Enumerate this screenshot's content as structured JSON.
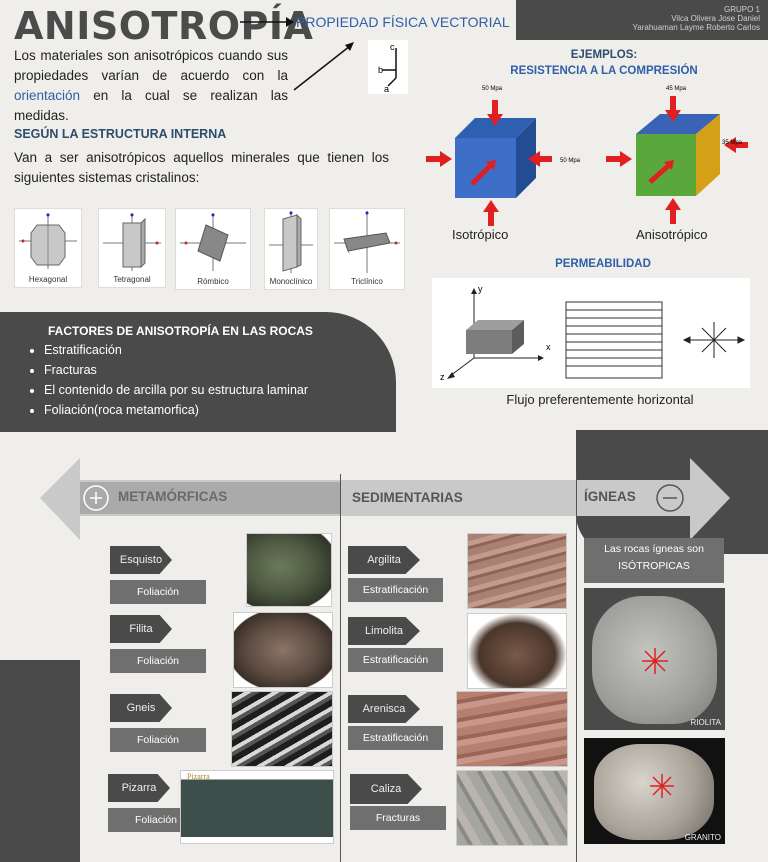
{
  "header": {
    "title": "ANISOTROPÍA",
    "subtitle": "PROPIEDAD FÍSICA VECTORIAL",
    "group_label": "GRUPO 1",
    "authors": [
      "Vilca Olivera Jose Daniel",
      "Yarahuaman Layme Roberto Carlos"
    ]
  },
  "intro": {
    "text_before": "Los materiales son anisotrópicos cuando sus propiedades varían de acuerdo con la ",
    "highlight": "orientación",
    "text_after": " en la cual se realizan las medidas.",
    "axes": [
      "c",
      "b",
      "a"
    ]
  },
  "structure": {
    "heading": "SEGÚN LA ESTRUCTURA INTERNA",
    "text": "Van a ser anisotrópicos aquellos minerales que tienen los siguientes sistemas cristalinos:",
    "systems": [
      "Hexagonal",
      "Tetragonal",
      "Rómbico",
      "Monoclínico",
      "Triclínico"
    ]
  },
  "factors": {
    "heading": "FACTORES DE ANISOTROPÍA EN LAS ROCAS",
    "items": [
      "Estratificación",
      "Fracturas",
      "El contenido de arcilla por su estructura laminar",
      "Foliación(roca metamorfica)"
    ]
  },
  "examples": {
    "heading": "EJEMPLOS:",
    "subheading": "RESISTENCIA A LA COMPRESIÓN",
    "iso": {
      "label": "Isotrópico",
      "load_top": "50 Mpa",
      "load_side": "50 Mpa"
    },
    "aniso": {
      "label": "Anisotrópico",
      "load_top": "45 Mpa",
      "load_side": "35 Mpa"
    },
    "colors": {
      "iso_front": "#3d6fc9",
      "aniso_front": "#5aa83c",
      "aniso_top": "#3a63b8",
      "aniso_side": "#d4a017",
      "arrow": "#e02020"
    }
  },
  "permeability": {
    "heading": "PERMEABILIDAD",
    "axes": [
      "y",
      "x",
      "z"
    ],
    "caption": "Flujo preferentemente horizontal"
  },
  "classes": {
    "metamorphic": "METAMÓRFICAS",
    "sedimentary": "SEDIMENTARIAS",
    "igneous": "ÍGNEAS",
    "plus_icon": "plus-circle-icon",
    "minus_icon": "minus-circle-icon"
  },
  "metamorphic_rocks": [
    {
      "name": "Esquisto",
      "property": "Foliación"
    },
    {
      "name": "Filita",
      "property": "Foliación"
    },
    {
      "name": "Gneis",
      "property": "Foliación"
    },
    {
      "name": "Pizarra",
      "property": "Foliación",
      "photo_label": "Pizarra"
    }
  ],
  "sedimentary_rocks": [
    {
      "name": "Argilita",
      "property": "Estratificación"
    },
    {
      "name": "Limolita",
      "property": "Estratificación"
    },
    {
      "name": "Arenisca",
      "property": "Estratificación"
    },
    {
      "name": "Caliza",
      "property": "Fracturas"
    }
  ],
  "igneous": {
    "note": "Las rocas ígneas son ISÓTROPICAS",
    "rocks": [
      "RIOLITA",
      "GRANITO"
    ]
  }
}
